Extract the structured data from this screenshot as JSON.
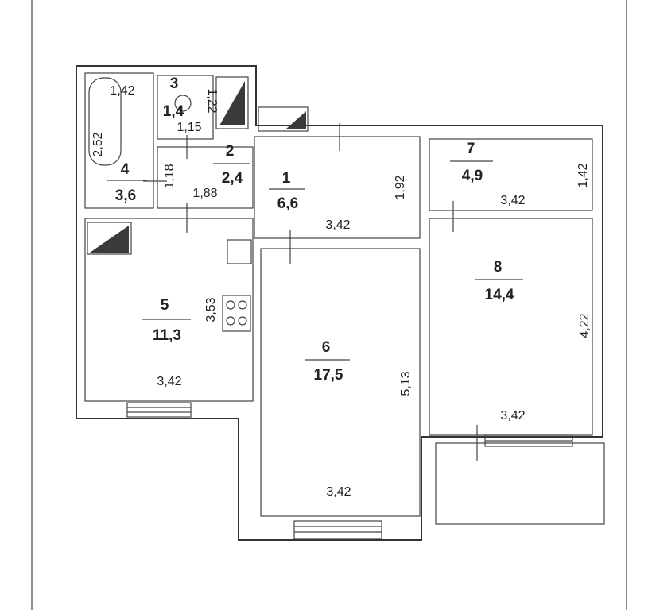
{
  "rooms": [
    {
      "number": "1",
      "area": "6,6"
    },
    {
      "number": "2",
      "area": "2,4"
    },
    {
      "number": "3",
      "area": "1,4"
    },
    {
      "number": "4",
      "area": "3,6"
    },
    {
      "number": "5",
      "area": "11,3"
    },
    {
      "number": "6",
      "area": "17,5"
    },
    {
      "number": "7",
      "area": "4,9"
    },
    {
      "number": "8",
      "area": "14,4"
    }
  ],
  "dimensions": {
    "r4_width": "1,42",
    "r4_length": "2,52",
    "r3_height": "1,22",
    "r3_width": "1,15",
    "r2_height": "1,18",
    "r2_width": "1,88",
    "r1_width": "3,42",
    "r1_height": "1,92",
    "r7_width": "3,42",
    "r7_height": "1,42",
    "r5_height": "3,53",
    "r5_width": "3,42",
    "r6_height": "5,13",
    "r6_width": "3,42",
    "r8_height": "4,22",
    "r8_width": "3,42"
  }
}
